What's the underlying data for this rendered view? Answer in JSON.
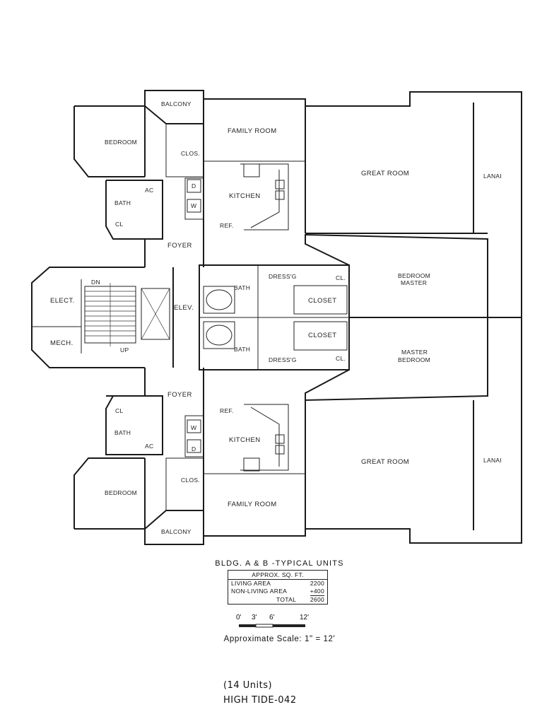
{
  "labels": {
    "balcony": "BALCONY",
    "family_room": "FAMILY ROOM",
    "bedroom": "BEDROOM",
    "clos": "CLOS.",
    "great_room": "GREAT ROOM",
    "lanai": "LANAI",
    "kitchen": "KITCHEN",
    "ac": "AC",
    "bath": "BATH",
    "d": "D",
    "w": "W",
    "cl": "CL",
    "ref": "REF.",
    "foyer": "FOYER",
    "dn": "DN",
    "dress": "DRESS'G",
    "cl_dot": "CL.",
    "bedroom_master_1": "BEDROOM",
    "bedroom_master_2": "MASTER",
    "master_bedroom_1": "MASTER",
    "master_bedroom_2": "BEDROOM",
    "elect": "ELECT.",
    "elev": "ELEV.",
    "closet": "CLOSET",
    "mech": "MECH.",
    "up": "UP"
  },
  "footer": {
    "bldg_title": "BLDG. A & B -TYPICAL UNITS",
    "sqft_header": "APPROX. SQ. FT.",
    "living_label": "LIVING AREA",
    "living_value": "2200",
    "nonliving_label": "NON-LIVING AREA",
    "nonliving_value": "+400",
    "total_label": "TOTAL",
    "total_value": "2600",
    "scale_0": "0'",
    "scale_3": "3'",
    "scale_6": "6'",
    "scale_12": "12'",
    "scale_text": "Approximate Scale: 1\" = 12'",
    "units_note": "(14 Units)",
    "plan_name": "HIGH TIDE-042"
  }
}
